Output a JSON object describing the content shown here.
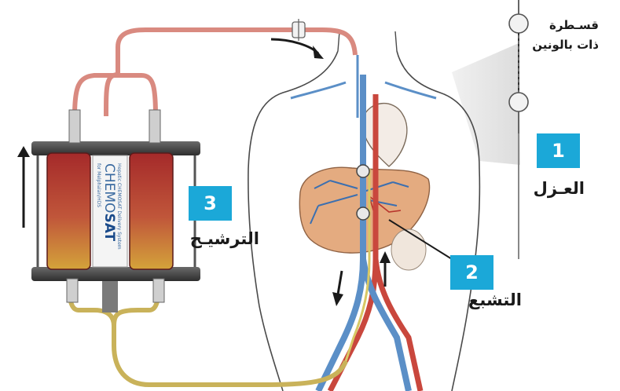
{
  "labels": {
    "catheter_line1": "قسـطرة",
    "catheter_line2": "ذات بالونين",
    "step1_number": "1",
    "step1_label": "العـزل",
    "step2_number": "2",
    "step2_label": "التشبع",
    "step3_number": "3",
    "step3_label": "الترشيـح"
  },
  "device": {
    "brand_tagline": "Hepatic CHEMOSAT Delivery System",
    "brand_name_light": "CHEMO",
    "brand_name_bold": "SAT",
    "brand_subtitle": "for Melphalan/HDS"
  },
  "colors": {
    "badge": "#1ba8d8",
    "artery": "#c9473d",
    "vein": "#5b8fc7",
    "tube_red": "#d98a80",
    "tube_yellow": "#c9b25a",
    "filter_red": "#b5332e",
    "filter_gold": "#c9a33a",
    "liver": "#e3a77a"
  }
}
